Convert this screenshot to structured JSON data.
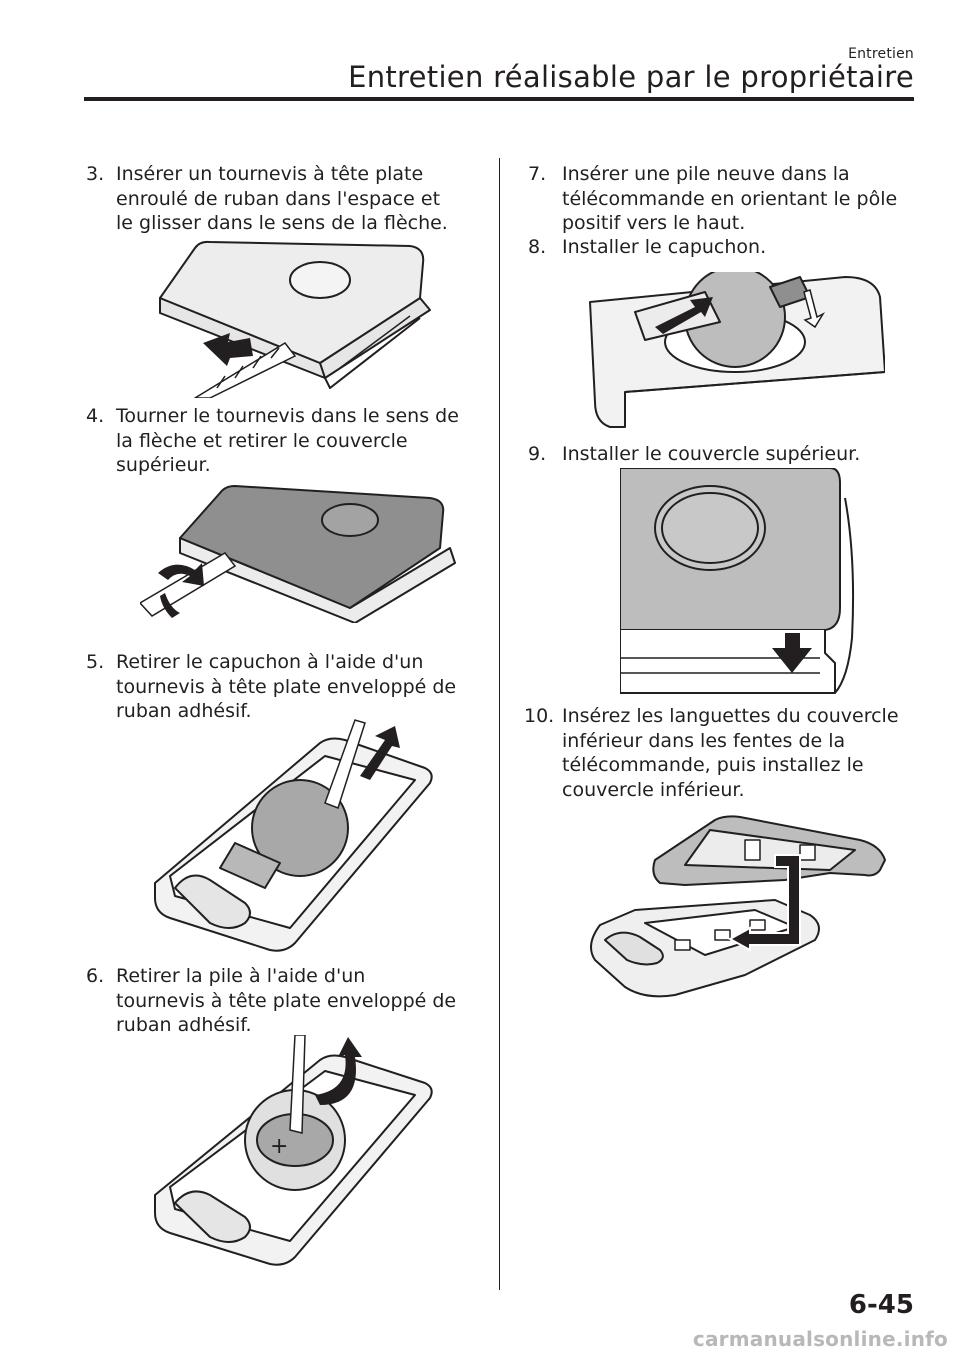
{
  "header": {
    "section": "Entretien",
    "title": "Entretien réalisable par le propriétaire"
  },
  "steps": [
    {
      "num": "3.",
      "lines": [
        "Insérer un tournevis à tête plate",
        "enroulé de ruban dans l'espace et",
        "le glisser dans le sens de la flèche."
      ]
    },
    {
      "num": "4.",
      "lines": [
        "Tourner le tournevis dans le sens de",
        "la flèche et retirer le couvercle",
        "supérieur."
      ]
    },
    {
      "num": "5.",
      "lines": [
        "Retirer le capuchon à l'aide d'un",
        "tournevis à tête plate enveloppé de",
        "ruban adhésif."
      ]
    },
    {
      "num": "6.",
      "lines": [
        "Retirer la pile à l'aide d'un",
        "tournevis à tête plate enveloppé de",
        "ruban adhésif."
      ]
    },
    {
      "num": "7.",
      "lines": [
        "Insérer une pile neuve dans la",
        "télécommande en orientant le pôle",
        "positif vers le haut."
      ]
    },
    {
      "num": "8.",
      "lines": [
        "Installer le capuchon."
      ]
    },
    {
      "num": "9.",
      "lines": [
        "Installer le couvercle supérieur."
      ]
    },
    {
      "num": "10.",
      "lines": [
        "Insérez les languettes du couvercle",
        "inférieur dans les fentes de la",
        "télécommande, puis installez le",
        "couvercle inférieur."
      ]
    }
  ],
  "page_number": "6-45",
  "watermark": "carmanualsonline.info"
}
